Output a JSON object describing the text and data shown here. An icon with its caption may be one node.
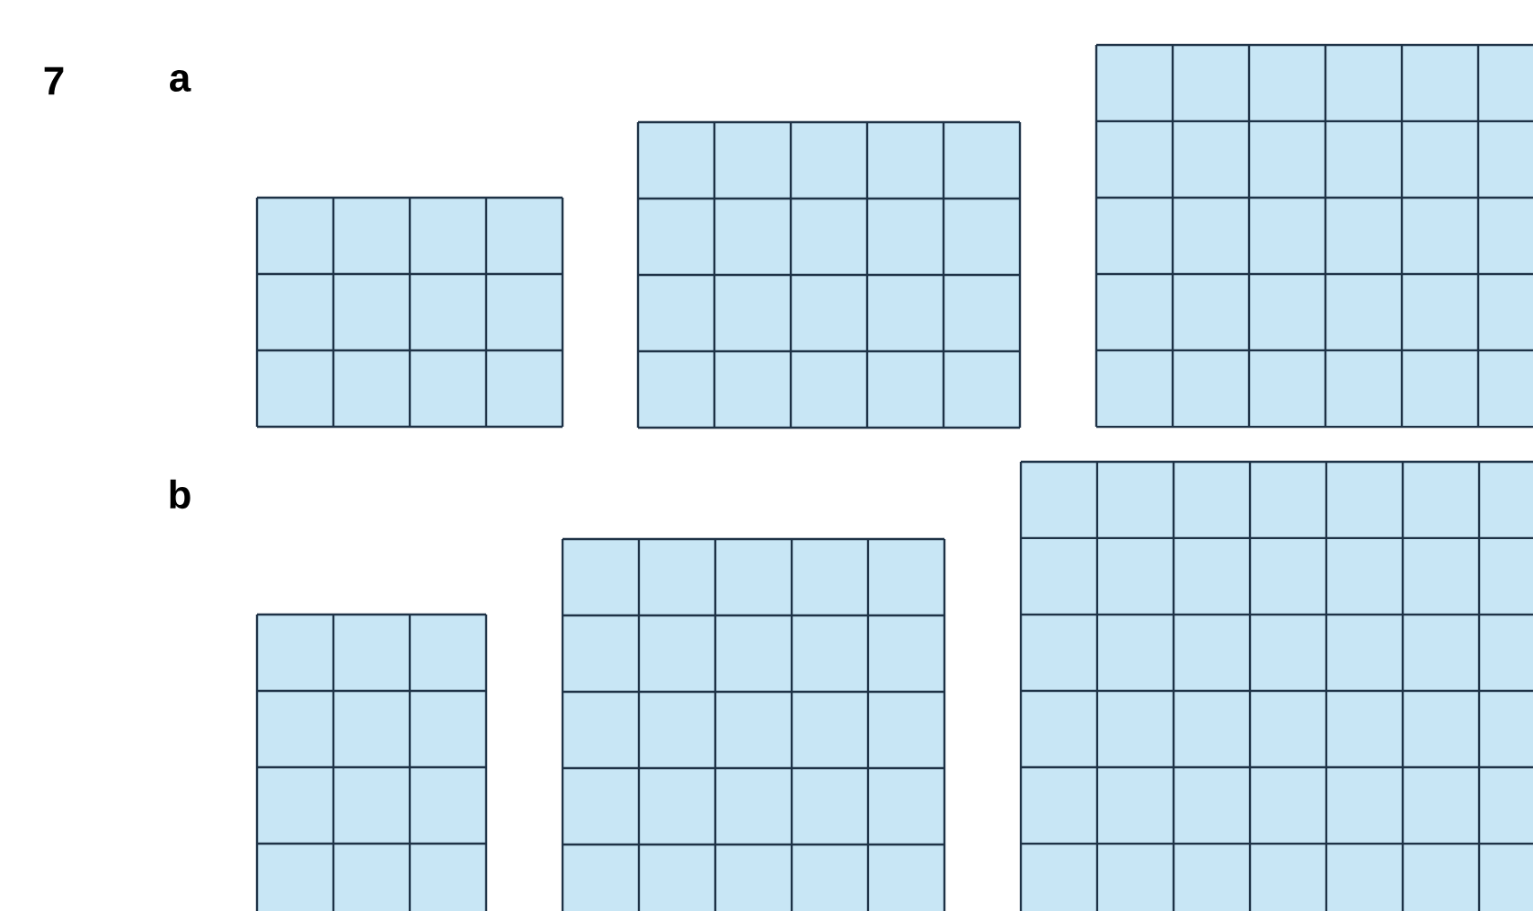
{
  "diagram": {
    "labels": [
      "7",
      "a",
      "b"
    ]
  }
}
